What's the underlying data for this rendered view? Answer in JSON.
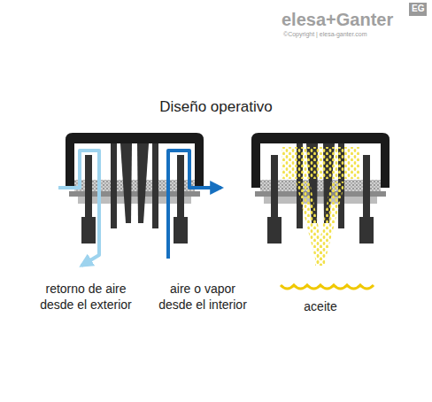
{
  "diagram": {
    "title": "Diseño operativo",
    "labels": [
      "elesa+Ganter",
      "EG",
      "©Copyright | elesa-ganter.com",
      "retorno de aire desde el exterior",
      "aire o vapor desde el interior",
      "aceite"
    ]
  }
}
